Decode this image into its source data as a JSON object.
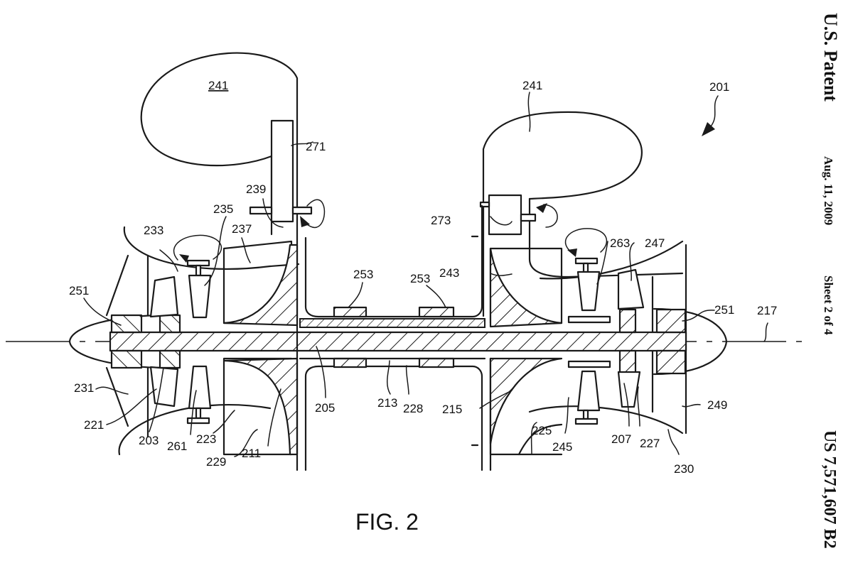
{
  "header": {
    "publisher": "U.S. Patent",
    "date": "Aug. 11, 2009",
    "sheet": "Sheet 2 of 4",
    "patent_number": "US 7,571,607 B2"
  },
  "figure": {
    "caption": "FIG. 2",
    "assembly_ref": "201",
    "labels": {
      "volute_left": "241",
      "volute_right": "241",
      "actuator_left": "271",
      "actuator_right": "273",
      "l239": "239",
      "l235": "235",
      "l233": "233",
      "l237": "237",
      "l251_left": "251",
      "l251_right": "251",
      "l231": "231",
      "l221": "221",
      "l203": "203",
      "l261": "261",
      "l223": "223",
      "l229": "229",
      "l211": "211",
      "l205": "205",
      "l213": "213",
      "l228": "228",
      "l253_a": "253",
      "l253_b": "253",
      "l243": "243",
      "l215": "215",
      "l225": "225",
      "l245": "245",
      "l263": "263",
      "l247": "247",
      "l207": "207",
      "l227": "227",
      "l249": "249",
      "l230": "230",
      "l217": "217"
    }
  }
}
